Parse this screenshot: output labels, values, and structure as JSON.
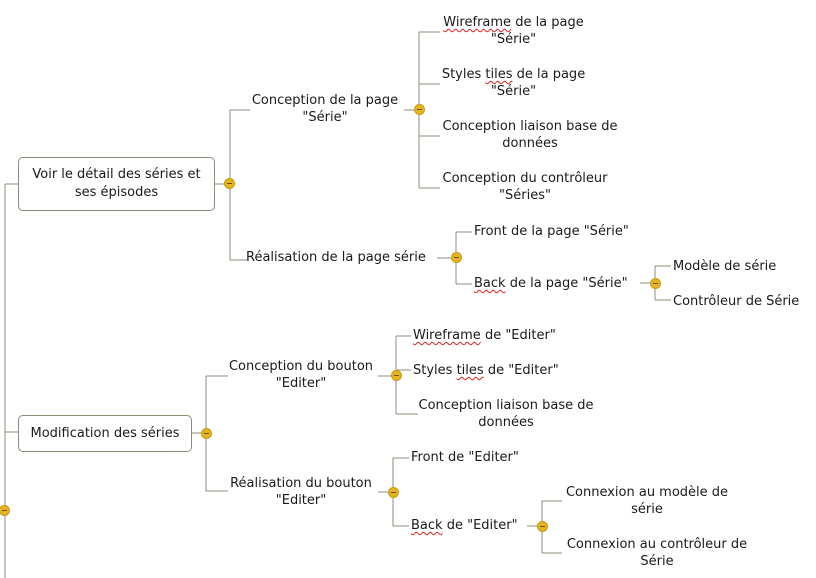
{
  "nodes": {
    "detail_root": "Voir le détail des séries et ses épisodes",
    "conception_page": "Conception de la page \"Série\"",
    "wireframe_page": "de la page \"Série\"",
    "wireframe_word": "Wireframe",
    "styles_page": "de la page \"Série\"",
    "styles_word": "Styles",
    "tiles_word": "tiles",
    "liaison_page": "Conception liaison base de données",
    "controleur_page": "Conception du contrôleur \"Séries\"",
    "realisation_page": "Réalisation de la page série",
    "front_page": "Front de la page \"Série\"",
    "back_word": "Back",
    "back_page": "de la page \"Série\"",
    "modele_serie": "Modèle de série",
    "controleur_serie": "Contrôleur de Série",
    "modification_root": "Modification des séries",
    "conception_bouton": "Conception du bouton \"Editer\"",
    "wireframe_editer": "de \"Editer\"",
    "styles_editer": "de \"Editer\"",
    "liaison_editer": "Conception liaison base de données",
    "realisation_bouton": "Réalisation du bouton \"Editer\"",
    "front_editer": "Front de \"Editer\"",
    "back_editer": "de \"Editer\"",
    "connexion_modele": "Connexion au modèle de série",
    "connexion_controleur": "Connexion au contrôleur de Série"
  },
  "colors": {
    "line": "#8c8c78",
    "collapse": "#e5b425"
  }
}
